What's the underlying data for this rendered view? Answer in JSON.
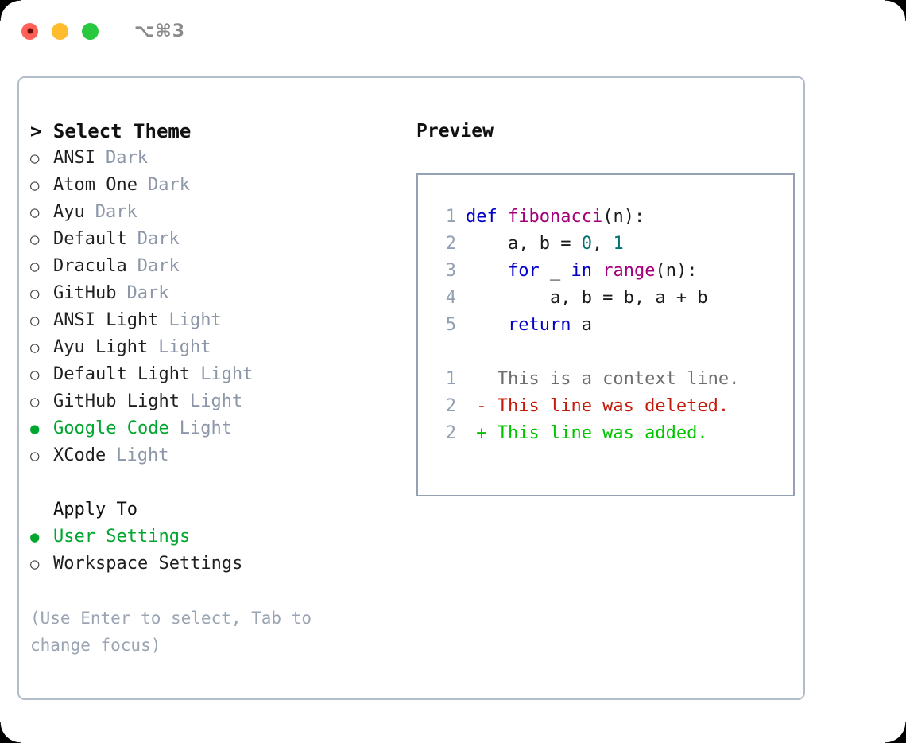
{
  "titlebar": {
    "shortcut": "⌥⌘3",
    "lights": [
      {
        "name": "close",
        "color": "#ff6058"
      },
      {
        "name": "minimize",
        "color": "#ffbd2e"
      },
      {
        "name": "maximize",
        "color": "#28c93f"
      }
    ]
  },
  "theme_picker": {
    "header": "> Select Theme",
    "prompt": ">",
    "bullet_off": "○",
    "bullet_on": "●",
    "options": [
      {
        "label": "ANSI",
        "tag": "Dark",
        "selected": false
      },
      {
        "label": "Atom One",
        "tag": "Dark",
        "selected": false
      },
      {
        "label": "Ayu",
        "tag": "Dark",
        "selected": false
      },
      {
        "label": "Default",
        "tag": "Dark",
        "selected": false
      },
      {
        "label": "Dracula",
        "tag": "Dark",
        "selected": false
      },
      {
        "label": "GitHub",
        "tag": "Dark",
        "selected": false
      },
      {
        "label": "ANSI Light",
        "tag": "Light",
        "selected": false
      },
      {
        "label": "Ayu Light",
        "tag": "Light",
        "selected": false
      },
      {
        "label": "Default Light",
        "tag": "Light",
        "selected": false
      },
      {
        "label": "GitHub Light",
        "tag": "Light",
        "selected": false
      },
      {
        "label": "Google Code",
        "tag": "Light",
        "selected": true
      },
      {
        "label": "XCode",
        "tag": "Light",
        "selected": false
      }
    ]
  },
  "apply_to": {
    "title": "Apply To",
    "options": [
      {
        "label": "User Settings",
        "selected": true
      },
      {
        "label": "Workspace Settings",
        "selected": false
      }
    ]
  },
  "hint": "(Use Enter to select, Tab to change focus)",
  "preview": {
    "header": "Preview",
    "code_lines": [
      {
        "no": "1",
        "tokens": [
          {
            "t": "def ",
            "c": "kw"
          },
          {
            "t": "fibonacci",
            "c": "fn"
          },
          {
            "t": "(n):",
            "c": "txt"
          }
        ]
      },
      {
        "no": "2",
        "tokens": [
          {
            "t": "    a, b = ",
            "c": "txt"
          },
          {
            "t": "0",
            "c": "num"
          },
          {
            "t": ", ",
            "c": "txt"
          },
          {
            "t": "1",
            "c": "num"
          }
        ]
      },
      {
        "no": "3",
        "tokens": [
          {
            "t": "    ",
            "c": "txt"
          },
          {
            "t": "for",
            "c": "kw"
          },
          {
            "t": " _ ",
            "c": "txt"
          },
          {
            "t": "in",
            "c": "kw"
          },
          {
            "t": " ",
            "c": "txt"
          },
          {
            "t": "range",
            "c": "fn"
          },
          {
            "t": "(n):",
            "c": "txt"
          }
        ]
      },
      {
        "no": "4",
        "tokens": [
          {
            "t": "        a, b = b, a + b",
            "c": "txt"
          }
        ]
      },
      {
        "no": "5",
        "tokens": [
          {
            "t": "    ",
            "c": "txt"
          },
          {
            "t": "return",
            "c": "kw"
          },
          {
            "t": " a",
            "c": "txt"
          }
        ]
      }
    ],
    "diff_lines": [
      {
        "no": "1",
        "marker": " ",
        "text": " This is a context line.",
        "kind": "ctx"
      },
      {
        "no": "2",
        "marker": "-",
        "text": " This line was deleted.",
        "kind": "del"
      },
      {
        "no": "2",
        "marker": "+",
        "text": " This line was added.",
        "kind": "add"
      }
    ]
  },
  "colors": {
    "accent_green": "#00a62e",
    "muted_tag": "#8b96a8",
    "hint_text": "#9aa4b3",
    "panel_border": "#b3bdca",
    "preview_border": "#95a2b3",
    "keyword": "#0000c8",
    "function": "#a3007c",
    "number": "#007272",
    "diff_context": "#6e6e6e",
    "diff_deleted": "#c41a0a",
    "diff_added": "#00c400"
  }
}
